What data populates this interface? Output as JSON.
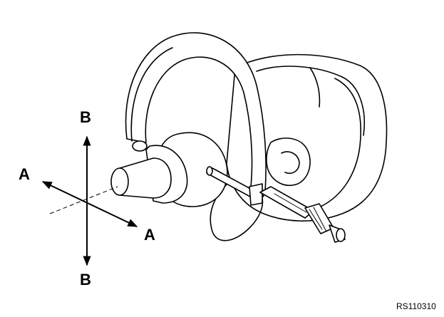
{
  "labels": {
    "axis_a_left": "A",
    "axis_a_right": "A",
    "axis_b_top": "B",
    "axis_b_bottom": "B"
  },
  "figure_code": "RS110310",
  "colors": {
    "line": "#000000",
    "background": "#ffffff"
  }
}
